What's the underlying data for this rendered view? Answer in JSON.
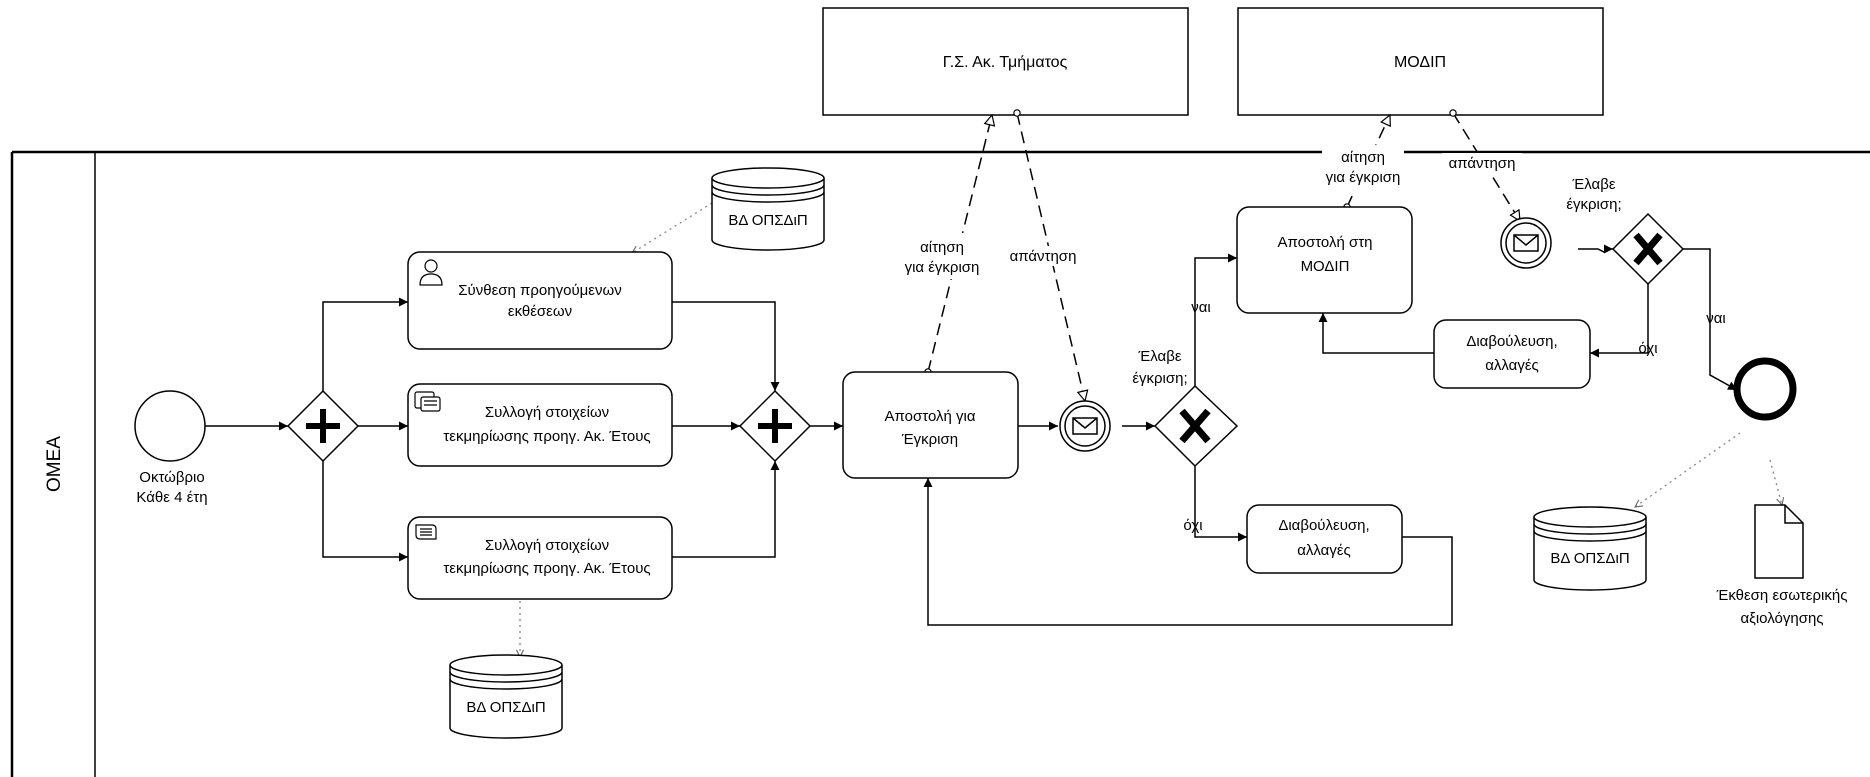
{
  "pools": {
    "gs_dept": "Γ.Σ. Ακ. Τμήματος",
    "modip": "ΜΟΔΙΠ",
    "main": "ΟΜΕΑ"
  },
  "start_event": {
    "line1": "Οκτώβριο",
    "line2": "Κάθε 4 έτη"
  },
  "tasks": {
    "synthesis": {
      "line1": "Σύνθεση προηγούμενων",
      "line2": "εκθέσεων"
    },
    "collect1": {
      "line1": "Συλλογή στοιχείων",
      "line2": "τεκμηρίωσης προηγ. Ακ. Έτους"
    },
    "collect2": {
      "line1": "Συλλογή στοιχείων",
      "line2": "τεκμηρίωσης προηγ. Ακ. Έτους"
    },
    "send_approval": {
      "line1": "Αποστολή για",
      "line2": "Έγκριση"
    },
    "send_modip": {
      "line1": "Αποστολή στη",
      "line2": "ΜΟΔΙΠ"
    },
    "consult1": {
      "line1": "Διαβούλευση,",
      "line2": "αλλαγές"
    },
    "consult2": {
      "line1": "Διαβούλευση,",
      "line2": "αλλαγές"
    }
  },
  "datastores": {
    "db1": "ΒΔ ΟΠΣΔιΠ",
    "db2": "ΒΔ ΟΠΣΔιΠ",
    "db3": "ΒΔ ΟΠΣΔιΠ"
  },
  "document": {
    "line1": "Έκθεση εσωτερικής",
    "line2": "αξιολόγησης"
  },
  "gateways": {
    "approved1": {
      "line1": "Έλαβε",
      "line2": "έγκριση;"
    },
    "approved2": {
      "line1": "Έλαβε",
      "line2": "έγκριση;"
    }
  },
  "flow_labels": {
    "request1_l1": "αίτηση",
    "request1_l2": "για έγκριση",
    "reply1": "απάντηση",
    "request2_l1": "αίτηση",
    "request2_l2": "για έγκριση",
    "reply2": "απάντηση",
    "yes1": "ναι",
    "no1": "όχι",
    "yes2": "ναι",
    "no2": "όχι"
  }
}
